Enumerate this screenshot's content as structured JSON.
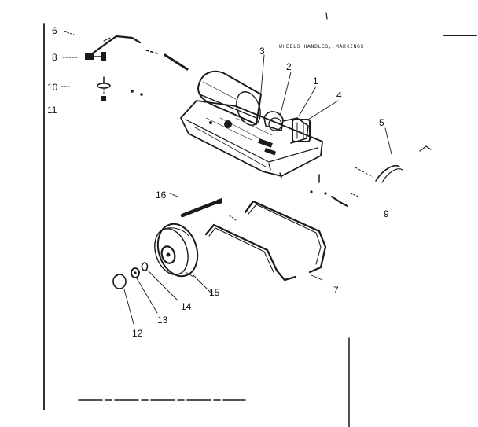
{
  "title": "WHEELS HANDLES, MARKINGS",
  "callouts": {
    "c1": "1",
    "c2": "2",
    "c3": "3",
    "c4": "4",
    "c5": "5",
    "c6": "6",
    "c7": "7",
    "c8": "8",
    "c9": "9",
    "c10": "10",
    "c11": "11",
    "c12": "12",
    "c13": "13",
    "c14": "14",
    "c15": "15",
    "c16": "16"
  }
}
